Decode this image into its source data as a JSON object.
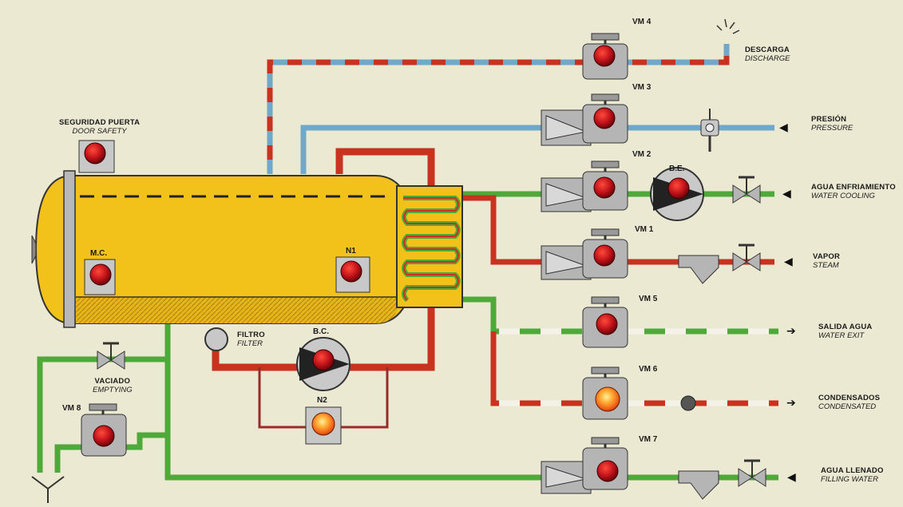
{
  "labels": {
    "door_safety": {
      "es": "SEGURIDAD PUERTA",
      "en": "DOOR SAFETY"
    },
    "discharge": {
      "es": "DESCARGA",
      "en": "DISCHARGE"
    },
    "pressure": {
      "es": "PRESIÓN",
      "en": "PRESSURE"
    },
    "water_cooling": {
      "es": "AGUA ENFRIAMIENTO",
      "en": "WATER COOLING"
    },
    "steam": {
      "es": "VAPOR",
      "en": "STEAM"
    },
    "water_exit": {
      "es": "SALIDA AGUA",
      "en": "WATER EXIT"
    },
    "condensated": {
      "es": "CONDENSADOS",
      "en": "CONDENSATED"
    },
    "filling_water": {
      "es": "AGUA LLENADO",
      "en": "FILLING WATER"
    },
    "emptying": {
      "es": "VACIADO",
      "en": "EMPTYING"
    },
    "filter": {
      "es": "FILTRO",
      "en": "FILTER"
    }
  },
  "tags": {
    "vm4": "VM 4",
    "vm3": "VM 3",
    "vm2": "VM 2",
    "vm1": "VM 1",
    "vm5": "VM 5",
    "vm6": "VM 6",
    "vm7": "VM 7",
    "vm8": "VM 8",
    "be": "B.E.",
    "bc": "B.C.",
    "mc": "M.C.",
    "n1": "N1",
    "n2": "N2"
  },
  "arrow_glyph": "◀",
  "arrow_out_glyph": "➔",
  "colors": {
    "background": "#ece9d3",
    "tank": "#f2c21b",
    "red_pipe": "#c8321f",
    "blue_pipe": "#6fa8c8",
    "green_pipe": "#4fa83a",
    "white_pipe": "#f4f2e8",
    "indicator_off": "#b3121a",
    "indicator_on": "#ff7a1a"
  },
  "indicators": {
    "vm6": "on",
    "n2": "on",
    "others": "off"
  }
}
